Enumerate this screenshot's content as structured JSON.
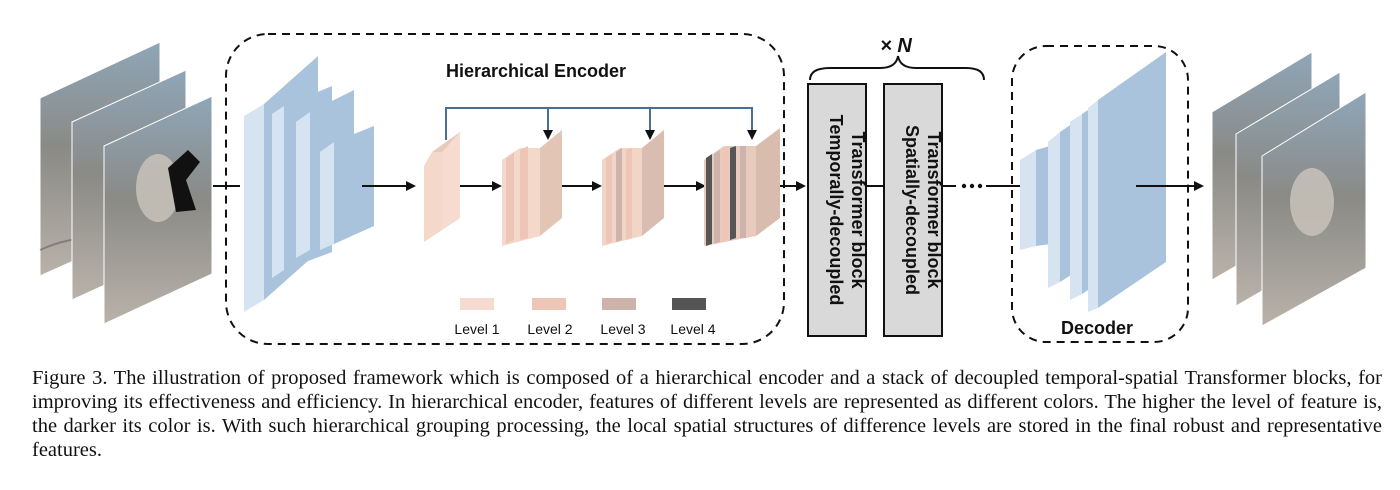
{
  "diagram": {
    "encoder_title": "Hierarchical Encoder",
    "decoder_title": "Decoder",
    "repeat_label": "× N",
    "temporal_block": [
      "Temporally-decoupled",
      "Transformer block"
    ],
    "spatial_block": [
      "Spatially-decoupled",
      "Transformer block"
    ],
    "levels": [
      {
        "label": "Level 1",
        "color": "#f6dcd0"
      },
      {
        "label": "Level 2",
        "color": "#eec6b7"
      },
      {
        "label": "Level 3",
        "color": "#cdb3a9"
      },
      {
        "label": "Level 4",
        "color": "#555555"
      }
    ],
    "colors": {
      "encoder_blue": "#a9c3dc",
      "decoder_blue": "#a9c3dc",
      "block_fill": "#d9d9d9",
      "stroke": "#111111"
    }
  },
  "caption": "Figure 3. The illustration of proposed framework which is composed of a hierarchical encoder and a stack of decoupled temporal-spatial Transformer blocks, for improving its effectiveness and efficiency. In hierarchical encoder, features of different levels are represented as different colors. The higher the level of feature is, the darker its color is. With such hierarchical grouping processing, the local spatial structures of difference levels are stored in the final robust and representative features."
}
